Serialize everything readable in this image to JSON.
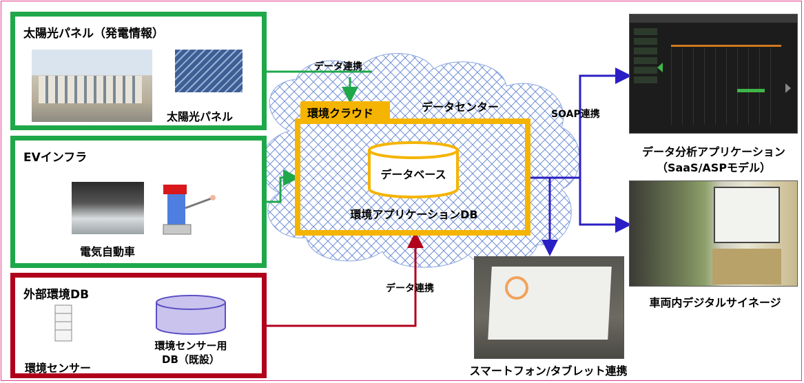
{
  "solar": {
    "title": "太陽光パネル（発電情報）",
    "panel_caption": "太陽光パネル"
  },
  "ev": {
    "title": "EVインフラ",
    "car_caption": "電気自動車"
  },
  "external": {
    "title": "外部環境DB",
    "sensor_caption": "環境センサー",
    "db_caption_line1": "環境センサー用",
    "db_caption_line2": "DB（既設）"
  },
  "cloud": {
    "datacenter_label": "データセンター",
    "env_cloud_tab": "環境クラウド",
    "database_label": "データベース",
    "app_db_label": "環境アプリケーションDB"
  },
  "links": {
    "data_link_top": "データ連携",
    "data_link_bottom": "データ連携",
    "soap_link": "SOAP連携"
  },
  "outputs": {
    "analysis_line1": "データ分析アプリケーション",
    "analysis_line2": "（SaaS/ASPモデル）",
    "signage": "車両内デジタルサイネージ",
    "smartphone": "スマートフォン/タブレット連携"
  },
  "colors": {
    "green": "#1ea84a",
    "red": "#b0001b",
    "orange": "#f5b400",
    "blue": "#2a1fc4",
    "frame": "#e23b8c"
  }
}
